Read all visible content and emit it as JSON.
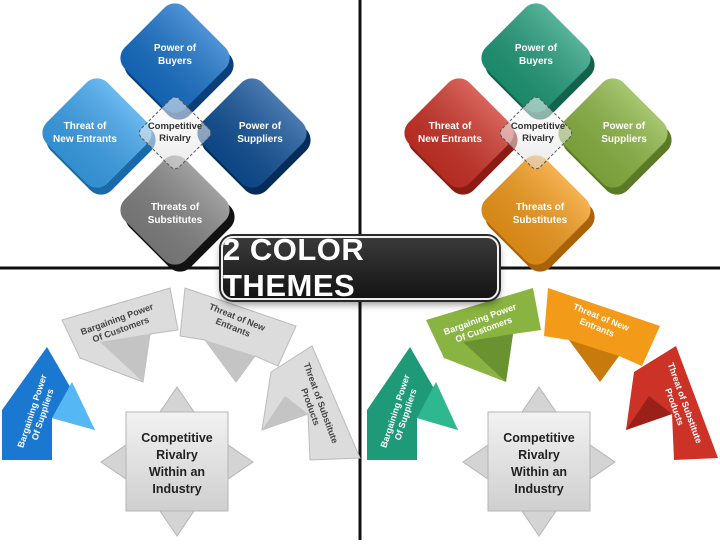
{
  "banner": {
    "title": "2 COLOR THEMES"
  },
  "diamond_panels": [
    {
      "center": "Competitive Rivalry",
      "buyers": "Power of Buyers",
      "entrants": "Threat of New Entrants",
      "suppliers": "Power of Suppliers",
      "substitutes": "Threats of Substitutes",
      "colors": {
        "buyers": "#1570c8",
        "entrants": "#3aa2ec",
        "suppliers": "#0e4f96",
        "substitutes": "#828282"
      }
    },
    {
      "center": "Competitive Rivalry",
      "buyers": "Power of Buyers",
      "entrants": "Threat of New Entrants",
      "suppliers": "Power of Suppliers",
      "substitutes": "Threats of Substitutes",
      "colors": {
        "buyers": "#1f9a78",
        "entrants": "#cc3226",
        "suppliers": "#8ab441",
        "substitutes": "#f39a18"
      }
    }
  ],
  "arc_panels": [
    {
      "center": "Competitive Rivalry Within an Industry",
      "suppliers": "Bargaining Power Of Suppliers",
      "customers": "Bargaining Power Of Customers",
      "entrants": "Threat of New Entrants",
      "substitutes": "Threat of Substitute Products",
      "colors": {
        "suppliers": "#1a78d0",
        "customers": "#dcdcdc",
        "entrants": "#dcdcdc",
        "substitutes": "#dcdcdc"
      }
    },
    {
      "center": "Competitive Rivalry Within an Industry",
      "suppliers": "Bargaining Power Of Suppliers",
      "customers": "Bargaining Power Of Customers",
      "entrants": "Threat of New Entrants",
      "substitutes": "Threat of Substitute Products",
      "colors": {
        "suppliers": "#1f9a78",
        "customers": "#8ab441",
        "entrants": "#f39a18",
        "substitutes": "#cc3226"
      }
    }
  ]
}
